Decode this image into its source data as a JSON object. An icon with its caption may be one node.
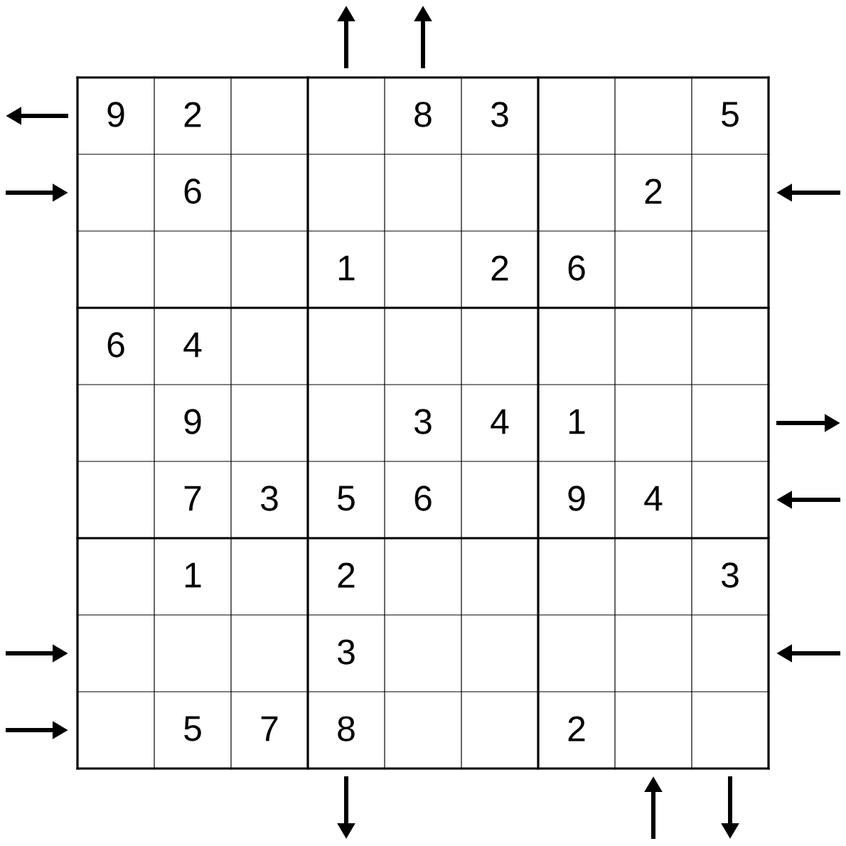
{
  "diagram": {
    "labels": [
      "9",
      "2",
      "8",
      "3",
      "5",
      "6",
      "2",
      "1",
      "2",
      "6",
      "6",
      "4",
      "9",
      "3",
      "4",
      "1",
      "7",
      "3",
      "5",
      "6",
      "9",
      "4",
      "1",
      "2",
      "3",
      "3",
      "5",
      "7",
      "8",
      "2"
    ]
  }
}
